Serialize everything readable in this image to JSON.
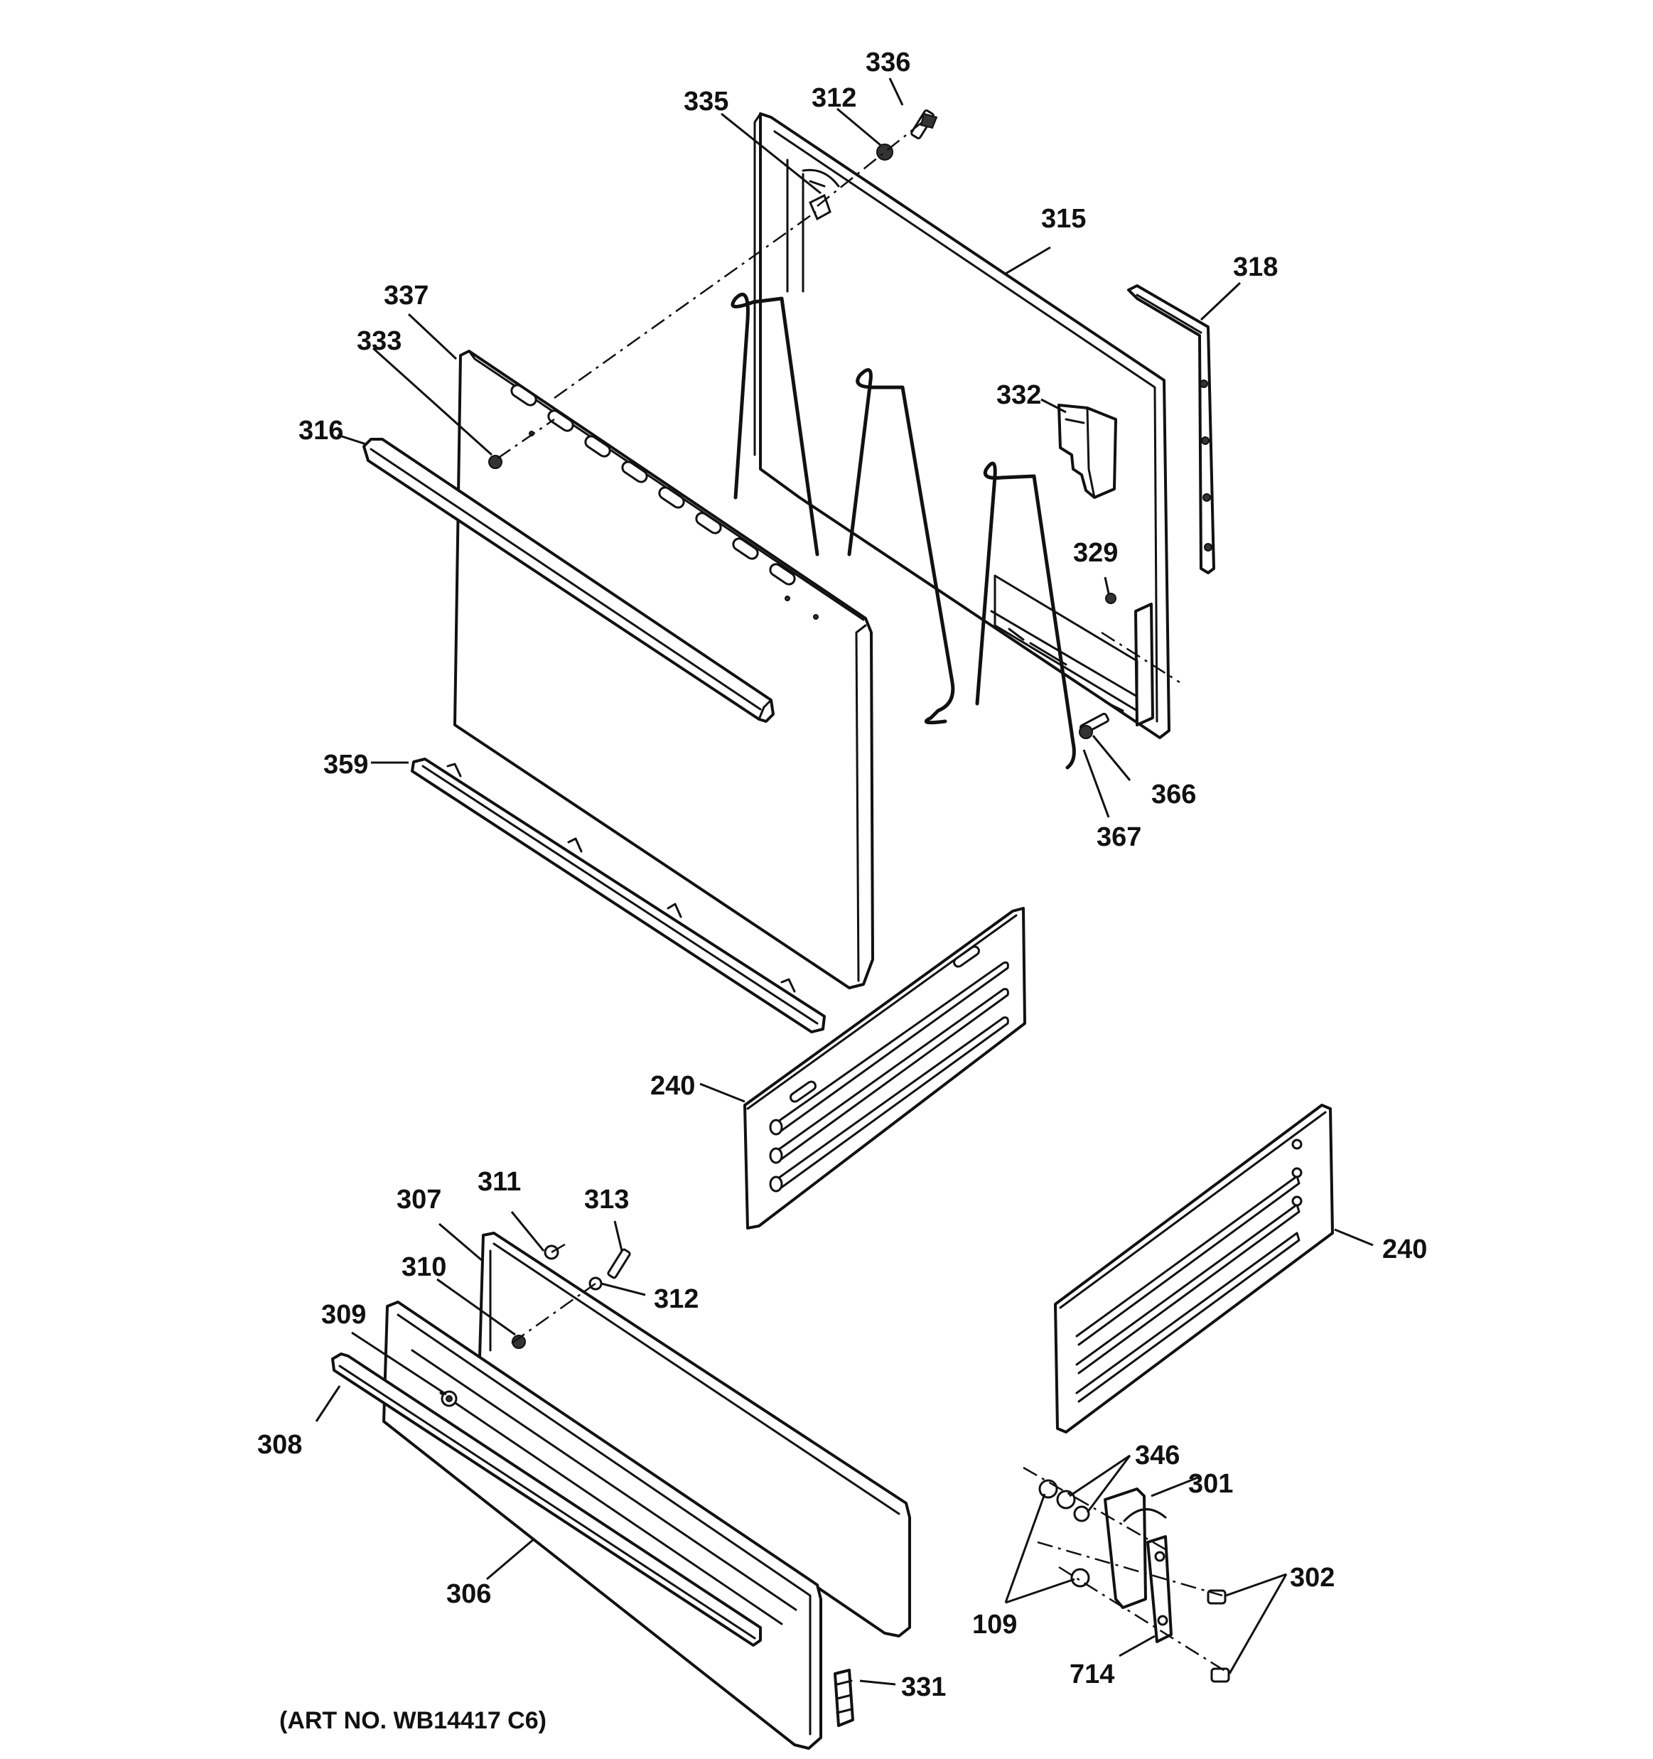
{
  "diagram": {
    "callouts": [
      {
        "id": "336",
        "text": "336"
      },
      {
        "id": "335",
        "text": "335"
      },
      {
        "id": "312a",
        "text": "312"
      },
      {
        "id": "315",
        "text": "315"
      },
      {
        "id": "318",
        "text": "318"
      },
      {
        "id": "337",
        "text": "337"
      },
      {
        "id": "333",
        "text": "333"
      },
      {
        "id": "332",
        "text": "332"
      },
      {
        "id": "316",
        "text": "316"
      },
      {
        "id": "329",
        "text": "329"
      },
      {
        "id": "359",
        "text": "359"
      },
      {
        "id": "366",
        "text": "366"
      },
      {
        "id": "367",
        "text": "367"
      },
      {
        "id": "240a",
        "text": "240"
      },
      {
        "id": "240b",
        "text": "240"
      },
      {
        "id": "307",
        "text": "307"
      },
      {
        "id": "311",
        "text": "311"
      },
      {
        "id": "313",
        "text": "313"
      },
      {
        "id": "310",
        "text": "310"
      },
      {
        "id": "312b",
        "text": "312"
      },
      {
        "id": "309",
        "text": "309"
      },
      {
        "id": "308",
        "text": "308"
      },
      {
        "id": "346",
        "text": "346"
      },
      {
        "id": "301",
        "text": "301"
      },
      {
        "id": "302",
        "text": "302"
      },
      {
        "id": "109",
        "text": "109"
      },
      {
        "id": "306",
        "text": "306"
      },
      {
        "id": "714",
        "text": "714"
      },
      {
        "id": "331",
        "text": "331"
      }
    ],
    "art_number": "(ART NO. WB14417 C6)"
  }
}
